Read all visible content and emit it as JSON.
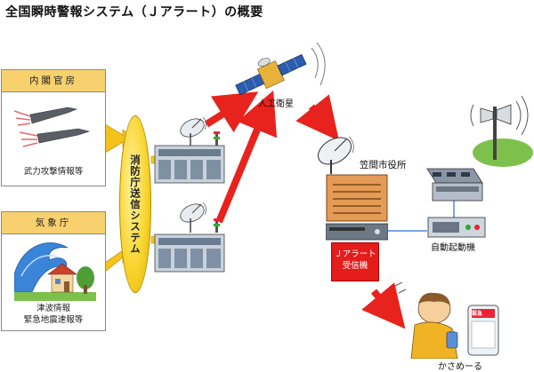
{
  "title": "全国瞬時警報システム（Ｊアラート）の概要",
  "sources": [
    {
      "header": "内閣官房",
      "caption_lines": [
        "武力攻撃情報等"
      ]
    },
    {
      "header": "気象庁",
      "caption_lines": [
        "津波情報",
        "緊急地震速報等"
      ]
    }
  ],
  "fdma": {
    "label": "消防庁送信システム"
  },
  "satellite": {
    "label": "人工衛星"
  },
  "city_hall": {
    "label": "笠間市役所"
  },
  "receiver": {
    "lines": [
      "Ｊアラート",
      "受信機"
    ]
  },
  "auto_start": {
    "label": "自動起動機"
  },
  "phone": {
    "label": "かさめーる",
    "screen_text": "緊急"
  },
  "colors": {
    "arrow_red": "#e8221c",
    "arrow_yellow": "#f4c21a",
    "header_yellow": "#f7d16e",
    "receiver_red": "#e51c1c"
  }
}
